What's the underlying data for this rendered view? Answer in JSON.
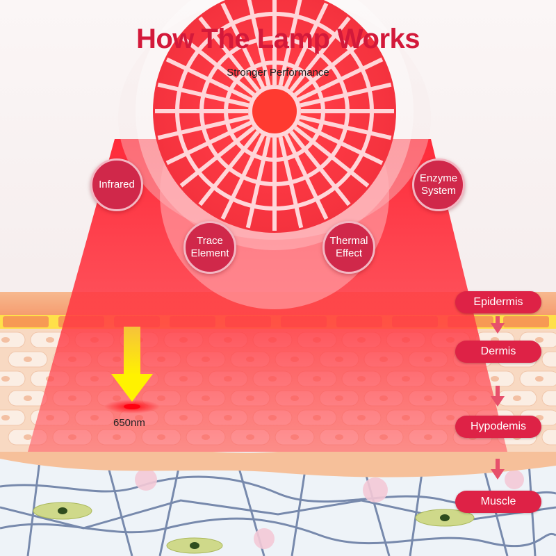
{
  "header": {
    "title": "How The Lamp Works",
    "subtitle": "Stronger Performance"
  },
  "features": [
    {
      "label": "Infrared"
    },
    {
      "label": "Trace\nElement"
    },
    {
      "label": "Thermal\nEffect"
    },
    {
      "label": "Enzyme\nSystem"
    }
  ],
  "layers": [
    {
      "label": "Epidermis"
    },
    {
      "label": "Dermis"
    },
    {
      "label": "Hypodemis"
    },
    {
      "label": "Muscle"
    }
  ],
  "wavelength": "650nm",
  "colors": {
    "title": "#d3193a",
    "beam": "#ff2a3d",
    "badge": "#d0284a",
    "pill": "#de2246",
    "arrow_yellow": "#ffe200"
  }
}
